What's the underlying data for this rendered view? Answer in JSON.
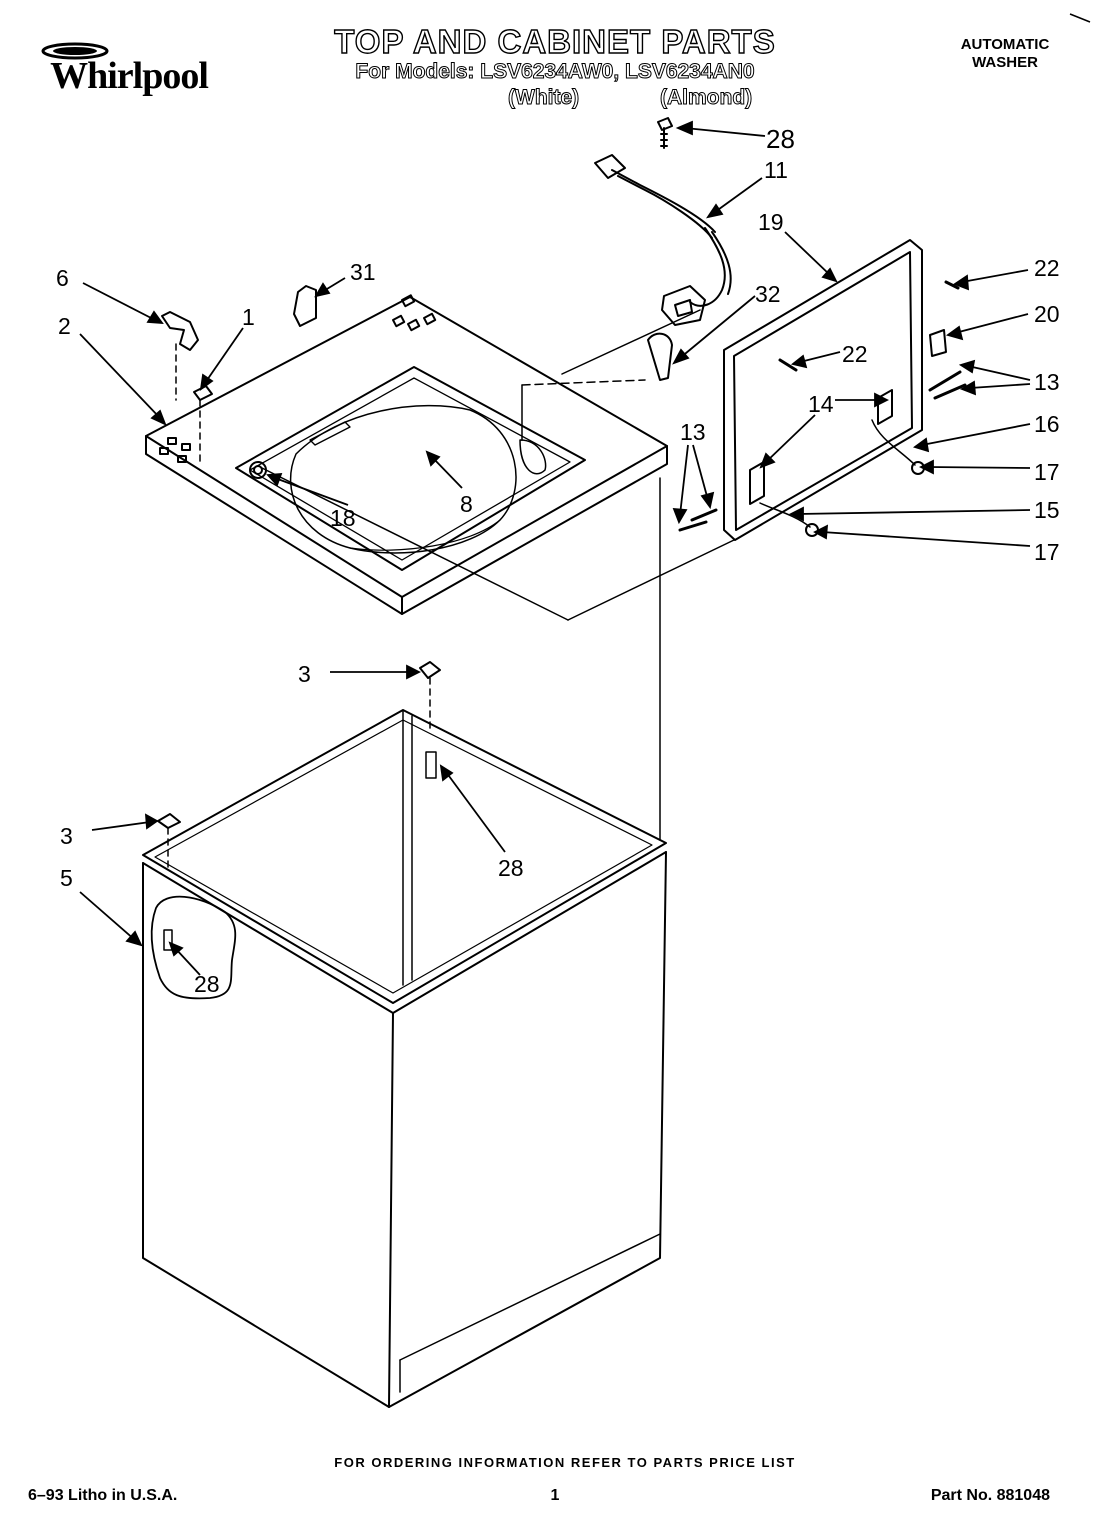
{
  "header": {
    "brand": "Whirlpool",
    "title": "TOP AND CABINET PARTS",
    "models_line": "For Models: LSV6234AW0, LSV6234AN0",
    "color_white": "(White)",
    "color_almond": "(Almond)",
    "product_type_line1": "AUTOMATIC",
    "product_type_line2": "WASHER"
  },
  "callouts": {
    "c28_top": "28",
    "c11": "11",
    "c19": "19",
    "c22_right": "22",
    "c20": "20",
    "c6": "6",
    "c31": "31",
    "c32": "32",
    "c1": "1",
    "c2": "2",
    "c22_inner": "22",
    "c13_right": "13",
    "c14": "14",
    "c16": "16",
    "c13_left": "13",
    "c17_upper": "17",
    "c15": "15",
    "c17_lower": "17",
    "c18": "18",
    "c8": "8",
    "c3_upper": "3",
    "c28_mid": "28",
    "c3_lower": "3",
    "c5": "5",
    "c28_lower": "28"
  },
  "footer": {
    "order_info": "FOR ORDERING INFORMATION REFER TO PARTS PRICE LIST",
    "litho": "6–93 Litho in U.S.A.",
    "page": "1",
    "part_no": "Part No. 881048"
  }
}
